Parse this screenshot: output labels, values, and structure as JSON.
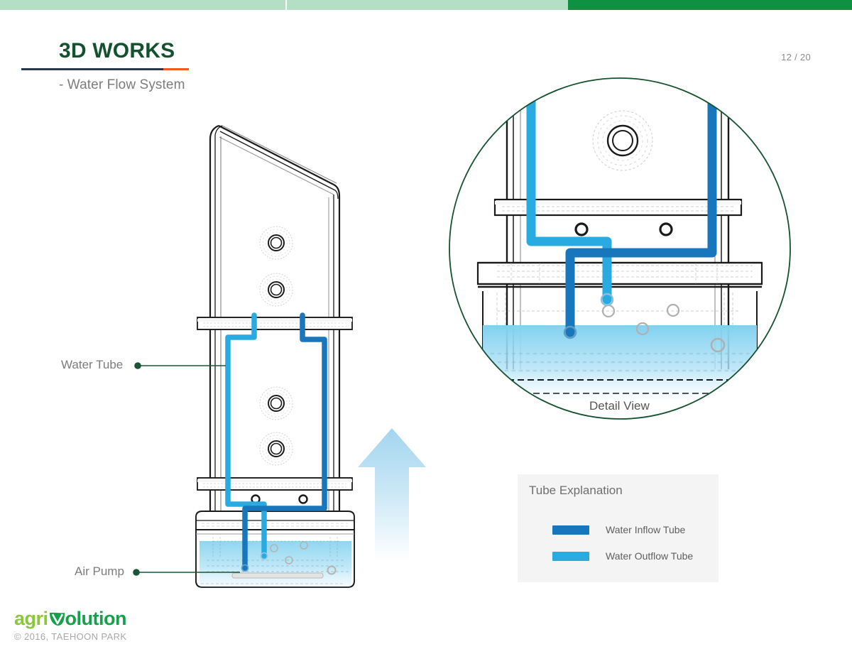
{
  "header": {
    "title": "3D WORKS",
    "subtitle": "- Water Flow System",
    "page_number": "12 / 20",
    "title_color": "#14512f",
    "rule_color": "#26384a",
    "accent_color": "#ef5a1e"
  },
  "topbar": {
    "segment_light_color": "#b5dfc4",
    "segment_dark_color": "#0e9141"
  },
  "callouts": [
    {
      "label": "Water Tube",
      "name": "water-tube"
    },
    {
      "label": "Air Pump",
      "name": "air-pump"
    }
  ],
  "detail": {
    "caption": "Detail View",
    "circle_color": "#14512f"
  },
  "legend": {
    "title": "Tube Explanation",
    "items": [
      {
        "label": "Water Inflow Tube",
        "color": "#1876bc"
      },
      {
        "label": "Water Outflow Tube",
        "color": "#29abe2"
      }
    ]
  },
  "footer": {
    "logo_part1": "agri",
    "logo_part2": "olution",
    "logo_leaf_icon": "leaf-v-icon",
    "copyright": "© 2016, TAEHOON PARK",
    "logo_color_light": "#8cc63f",
    "logo_color_dark": "#14a14a"
  },
  "diagram": {
    "water_color": "#a9ddf3",
    "arrow_color": "#aedcf2",
    "outline_color": "#1a1a1a",
    "inflow_tube_color": "#1876bc",
    "outflow_tube_color": "#29abe2"
  }
}
